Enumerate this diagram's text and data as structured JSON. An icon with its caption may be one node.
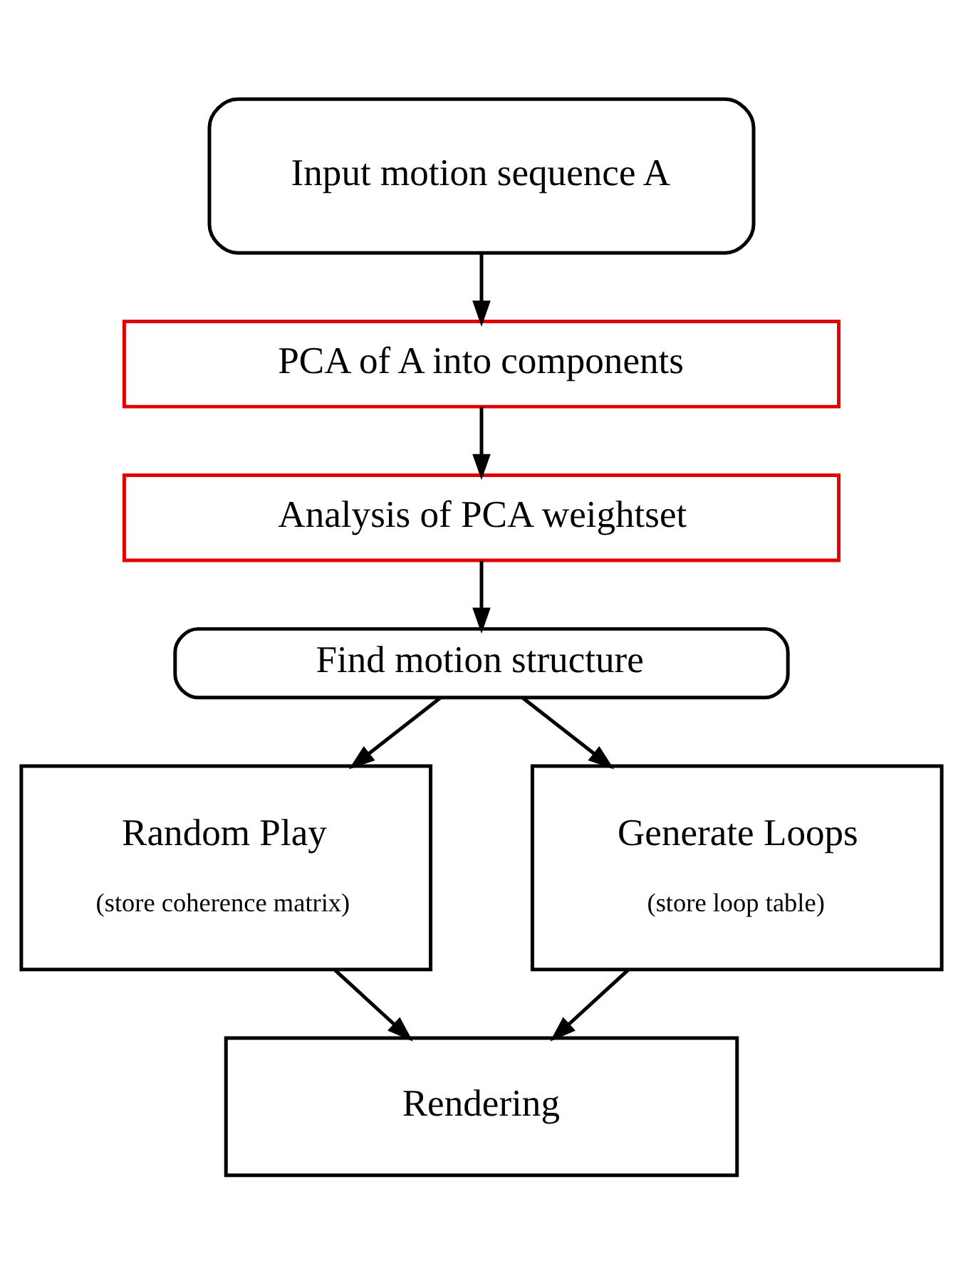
{
  "diagram": {
    "nodes": [
      {
        "text": [
          "Input motion sequence A"
        ]
      },
      {
        "text": [
          "PCA of A into components"
        ]
      },
      {
        "text": [
          "Analysis of PCA weightset"
        ]
      },
      {
        "text": [
          "Find motion structure"
        ]
      },
      {
        "text": [
          "Random Play",
          "(store coherence matrix)"
        ]
      },
      {
        "text": [
          "Generate Loops",
          "(store loop table)"
        ]
      },
      {
        "text": [
          "Rendering"
        ]
      }
    ],
    "edges": [
      {
        "from": 0,
        "to": 1,
        "arrow": "to"
      },
      {
        "from": 1,
        "to": 2,
        "arrow": "to"
      },
      {
        "from": 2,
        "to": 3,
        "arrow": "to"
      },
      {
        "from": 3,
        "to": 4,
        "arrow": "to"
      },
      {
        "from": 3,
        "to": 5,
        "arrow": "to"
      },
      {
        "from": 4,
        "to": 6,
        "arrow": "to"
      },
      {
        "from": 5,
        "to": 6,
        "arrow": "to"
      }
    ]
  }
}
